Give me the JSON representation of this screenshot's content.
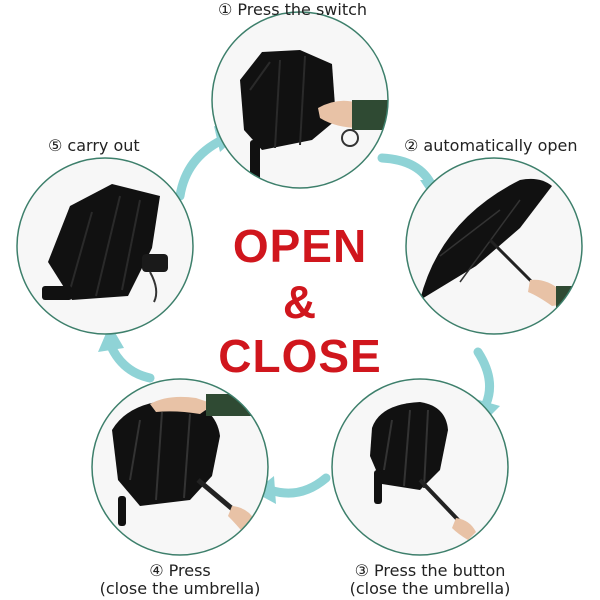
{
  "title": {
    "line1": "OPEN",
    "line2": "&",
    "line3": "CLOSE"
  },
  "steps": [
    {
      "id": "step1",
      "label": "① Press the switch"
    },
    {
      "id": "step2",
      "label": "② automatically open"
    },
    {
      "id": "step3",
      "label_line1": "③ Press the button",
      "label_line2": "(close the umbrella)"
    },
    {
      "id": "step4",
      "label_line1": "④ Press",
      "label_line2": "(close the umbrella)"
    },
    {
      "id": "step5",
      "label": "⑤ carry out"
    }
  ],
  "colors": {
    "title": "#d0161d",
    "arrow": "#8fd3d6",
    "circle_border": "#3d7f6b",
    "umbrella": "#111111"
  }
}
